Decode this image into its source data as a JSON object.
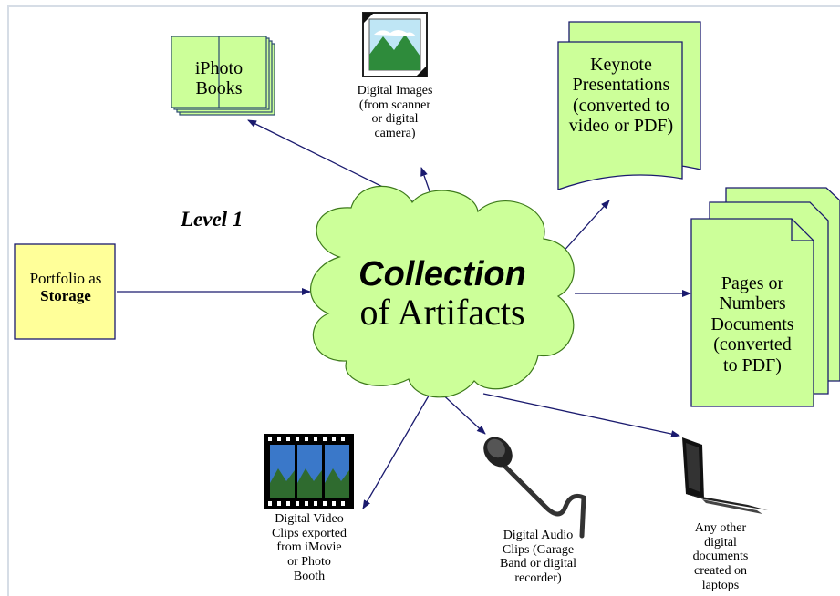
{
  "level_label": "Level 1",
  "center": {
    "title": "Collection",
    "subtitle": "of Artifacts"
  },
  "portfolio": {
    "line1": "Portfolio as",
    "line2": "Storage"
  },
  "iphoto": {
    "line1": "iPhoto",
    "line2": "Books"
  },
  "digital_images": {
    "lines": [
      "Digital Images",
      "(from scanner",
      "or digital",
      "camera)"
    ]
  },
  "keynote": {
    "lines": [
      "Keynote",
      "Presentations",
      "(converted to",
      "video or PDF)"
    ]
  },
  "pages": {
    "lines": [
      "Pages or",
      "Numbers",
      "Documents",
      "(converted",
      "to PDF)"
    ]
  },
  "video": {
    "lines": [
      "Digital Video",
      "Clips exported",
      "from iMovie",
      "or Photo",
      "Booth"
    ]
  },
  "audio": {
    "lines": [
      "Digital Audio",
      "Clips (Garage",
      "Band or digital",
      "recorder)"
    ]
  },
  "other": {
    "lines": [
      "Any other",
      "digital",
      "documents",
      "created on",
      "laptops"
    ]
  },
  "colors": {
    "green_box": "#ccff99",
    "yellow_box": "#ffff99",
    "arrow": "#1a1a6e",
    "cloud": "#ccff99"
  }
}
